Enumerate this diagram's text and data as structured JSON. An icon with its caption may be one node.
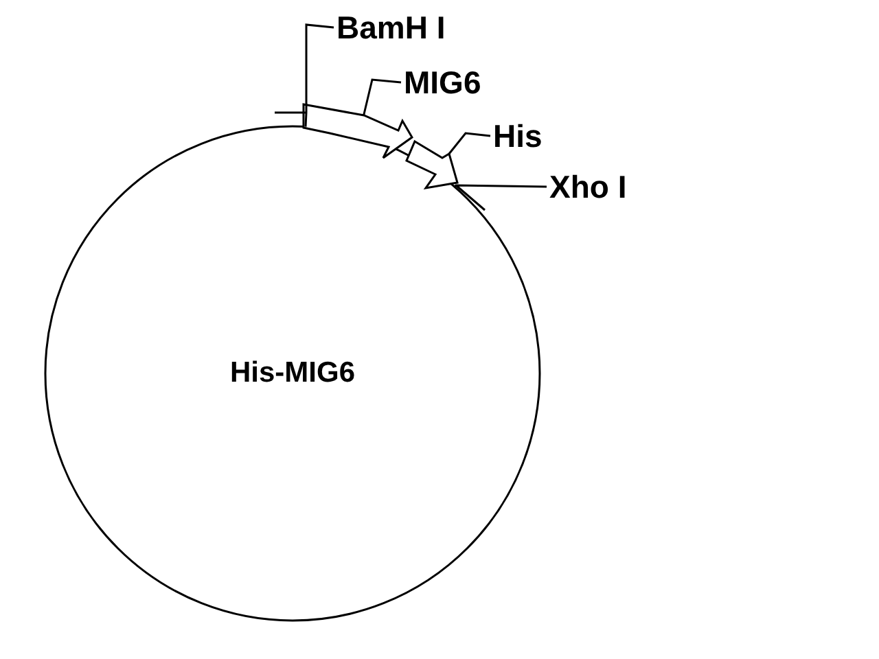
{
  "diagram": {
    "nodes": [
      {
        "text": [
          "His-MIG6"
        ]
      },
      {
        "text": [
          "BamH I"
        ]
      },
      {
        "text": [
          "MIG6"
        ]
      },
      {
        "text": [
          "His"
        ]
      },
      {
        "text": [
          "Xho I"
        ]
      },
      {
        "text": [],
        "shape": "arrow"
      },
      {
        "text": [],
        "shape": "arrow"
      }
    ],
    "edges": [
      {
        "from": 1,
        "to": 0,
        "arrow": "none"
      },
      {
        "from": 2,
        "to": 5,
        "arrow": "none"
      },
      {
        "from": 3,
        "to": 6,
        "arrow": "none"
      },
      {
        "from": 4,
        "to": 0,
        "arrow": "none"
      }
    ]
  }
}
